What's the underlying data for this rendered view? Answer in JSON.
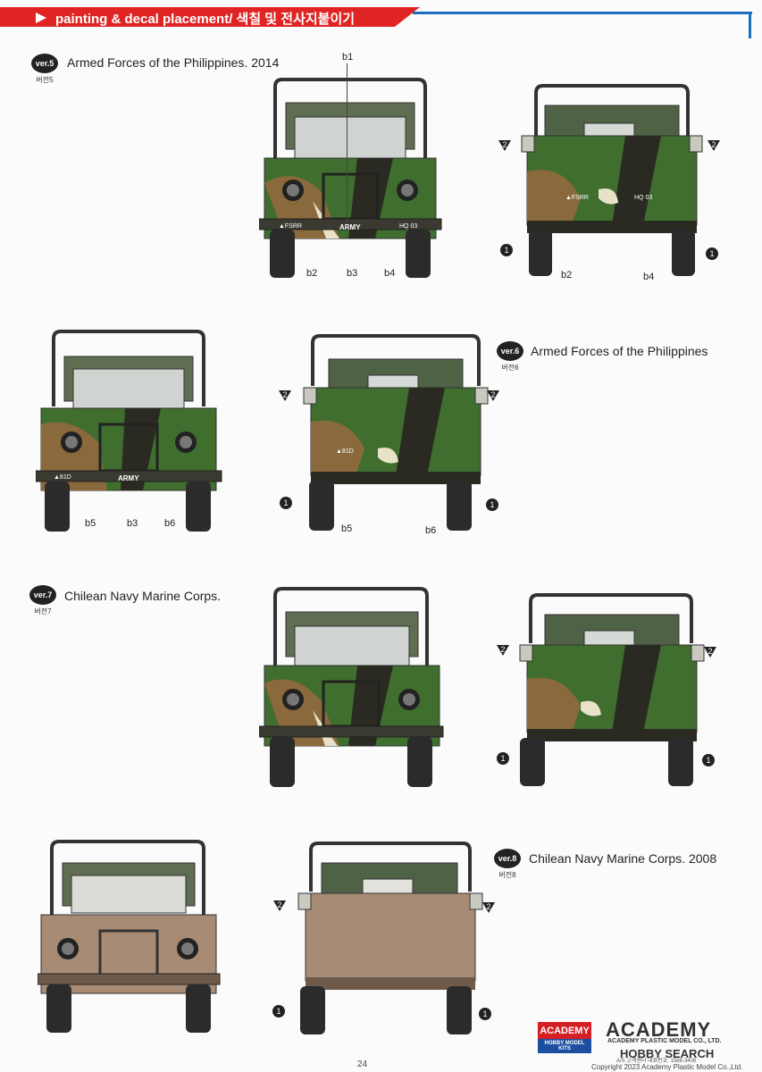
{
  "header": {
    "title": "painting & decal placement/ 색칠 및 전사지붙이기"
  },
  "versions": [
    {
      "badge": "ver.5",
      "badge_ko": "버전5",
      "title": "Armed Forces of the Philippines. 2014"
    },
    {
      "badge": "ver.6",
      "badge_ko": "버전6",
      "title": "Armed Forces of the Philippines"
    },
    {
      "badge": "ver.7",
      "badge_ko": "버전7",
      "title": "Chilean Navy Marine Corps."
    },
    {
      "badge": "ver.8",
      "badge_ko": "버전8",
      "title": "Chilean Navy Marine Corps. 2008"
    }
  ],
  "labels": {
    "v5_front": {
      "top": "b1",
      "b2": "b2",
      "b3": "b3",
      "b4": "b4"
    },
    "v5_rear": {
      "b2": "b2",
      "b4": "b4"
    },
    "v6_front": {
      "b5": "b5",
      "b3": "b3",
      "b6": "b6"
    },
    "v6_rear": {
      "b5": "b5",
      "b6": "b6"
    },
    "callout_1": "1",
    "callout_2": "2"
  },
  "markings": {
    "army": "ARMY",
    "v5_left": "▲FSRR",
    "v5_right": "HQ 03",
    "v6_left": "▲81D"
  },
  "footer": {
    "page_number": "24",
    "copyright": "Copyright 2023 Academy Plastic Model Co.,Ltd.",
    "brand_logo": "ACADEMY",
    "brand_logo_sub": "HOBBY MODEL KITS",
    "brand_name": "ACADEMY",
    "brand_company": "ACADEMY PLASTIC MODEL CO., LTD.",
    "brand_contact": "A/S 고객센터 대표번호: 1588-3406",
    "watermark": "HOBBY SEARCH"
  },
  "colors": {
    "header_red": "#e02424",
    "header_blue": "#1d6cc0",
    "camo_green": "#3f6e2f",
    "camo_brown": "#8a6a3c",
    "camo_black": "#2a2a22",
    "tan": "#a88b74",
    "canopy": "#5f6e52"
  }
}
